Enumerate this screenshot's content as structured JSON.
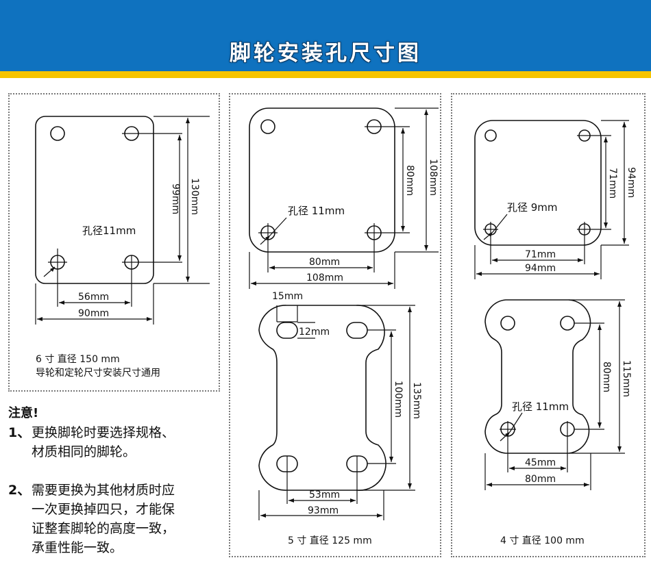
{
  "header": {
    "title": "脚轮安装孔尺寸图",
    "bg_color": "#0f72bf",
    "stripe_color": "#f6c400"
  },
  "panel_6inch": {
    "hole_label": "孔径11mm",
    "dim_outer_height": "130mm",
    "dim_hole_height": "99mm",
    "dim_hole_width": "56mm",
    "dim_outer_width": "90mm",
    "caption_line1": "6 寸 直径 150 mm",
    "caption_line2": "导轮和定轮尺寸安装尺寸通用"
  },
  "panel_5inch": {
    "hole_label": "孔径 11mm",
    "dim_outer_height": "108mm",
    "dim_hole_height": "80mm",
    "dim_hole_width": "80mm",
    "dim_outer_width": "108mm",
    "slot_width": "15mm",
    "slot_height": "12mm",
    "dim2_outer_height": "135mm",
    "dim2_hole_height": "100mm",
    "dim2_hole_width": "53mm",
    "dim2_outer_width": "93mm",
    "caption": "5 寸 直径 125 mm"
  },
  "panel_4inch": {
    "hole_label": "孔径 9mm",
    "dim_outer_height": "94mm",
    "dim_hole_height": "71mm",
    "dim_hole_width": "71mm",
    "dim_outer_width": "94mm",
    "hole2_label": "孔径 11mm",
    "dim2_outer_height": "115mm",
    "dim2_hole_height": "80mm",
    "dim2_hole_width": "45mm",
    "dim2_outer_width": "80mm",
    "caption": "4 寸 直径 100 mm"
  },
  "notes": {
    "title": "注意!",
    "items": [
      {
        "num": "1、",
        "lines": [
          "更换脚轮时要选择规格、",
          "材质相同的脚轮。"
        ]
      },
      {
        "num": "2、",
        "lines": [
          "需要更换为其他材质时应",
          "一次更换掉四只，才能保",
          "证整套脚轮的高度一致，",
          "承重性能一致。"
        ]
      }
    ]
  }
}
